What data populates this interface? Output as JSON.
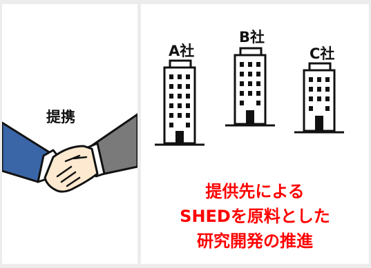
{
  "left": {
    "partnership_label": "提携"
  },
  "companies": [
    {
      "label": "A社"
    },
    {
      "label": "B社"
    },
    {
      "label": "C社"
    }
  ],
  "tagline": {
    "line1": "提供先による",
    "line2": "SHEDを原料とした",
    "line3": "研究開発の推進"
  },
  "colors": {
    "accent": "#ff0000",
    "suit_left": "#3a66a8",
    "suit_right": "#7a7a7a",
    "skin": "#fde9cf",
    "panel": "#ffffff",
    "background": "#ececec"
  }
}
